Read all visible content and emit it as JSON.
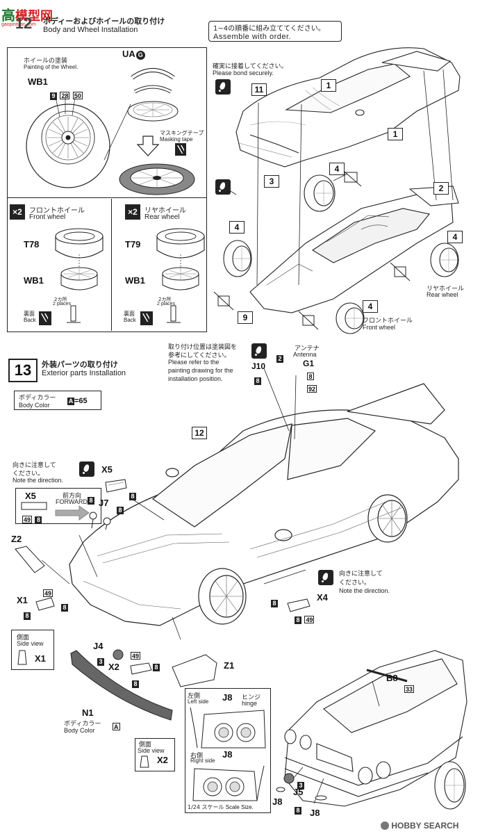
{
  "step12": {
    "number": "12",
    "title_jp": "ボディーおよびホイールの取り付け",
    "title_en": "Body and Wheel Installation",
    "order_jp": "1~4の順番に組み立ててください。",
    "order_en": "Assemble with order.",
    "bond_jp": "確実に接着してください。",
    "bond_en": "Please bond securely.",
    "wheel_paint_jp": "ホイールの塗装",
    "wheel_paint_en": "Painting of the Wheel.",
    "wb1": "WB1",
    "wb1_colors": [
      "9",
      "28",
      "50"
    ],
    "ua": "UA",
    "ua_tag": "G",
    "masking_jp": "マスキングテープ",
    "masking_en": "Masking tape",
    "x2": "×2",
    "front_wheel_jp": "フロントホイール",
    "front_wheel_en": "Front wheel",
    "rear_wheel_jp": "リヤホイール",
    "rear_wheel_en": "Rear wheel",
    "t78": "T78",
    "t79": "T79",
    "two_places_jp": "2カ所",
    "two_places_en": "2 places",
    "back_jp": "裏面",
    "back_en": "Back",
    "callouts": [
      "11",
      "1",
      "1",
      "4",
      "2",
      "3",
      "4",
      "4",
      "9",
      "4"
    ],
    "rear_label_jp": "リヤホイール",
    "rear_label_en": "Rear wheel",
    "front_label_jp": "フロントホイール",
    "front_label_en": "Front wheel"
  },
  "step13": {
    "number": "13",
    "title_jp": "外装パーツの取り付け",
    "title_en": "Exterior parts Installation",
    "body_color_jp": "ボディカラー",
    "body_color_en": "Body Color",
    "body_color_code": "A",
    "body_color_value": "=65",
    "antenna_note_jp1": "取り付け位置は塗装図を",
    "antenna_note_jp2": "参考にしてください。",
    "antenna_note_en1": "Please refer to the",
    "antenna_note_en2": "painting drawing for the",
    "antenna_note_en3": "installation position.",
    "antenna_jp": "アンテナ",
    "antenna_en": "Antenna",
    "j10": "J10",
    "j10_color": "2",
    "g1": "G1",
    "g1_colors": [
      "8",
      "92"
    ],
    "j10_color2": "8",
    "callout12": "12",
    "direction_jp1": "向きに注意して",
    "direction_jp2": "ください。",
    "direction_en": "Note the direction.",
    "x5": "X5",
    "x5_color": "8",
    "forward_jp": "前方向",
    "forward_en": "FORWARD",
    "x5_tag": [
      "49",
      "8"
    ],
    "j7": "J7",
    "j7_colors": [
      "8",
      "8"
    ],
    "z2": "Z2",
    "x1": "X1",
    "x1_colors": [
      "49",
      "8",
      "8"
    ],
    "side_view_jp": "側面",
    "side_view_en": "Side view",
    "x4": "X4",
    "x4_colors": [
      "8",
      "8",
      "49"
    ],
    "direction2_jp1": "向きに注意して",
    "direction2_jp2": "ください。",
    "direction2_en": "Note the direction.",
    "j4": "J4",
    "j4_colors": [
      "3",
      "49"
    ],
    "x2part": "X2",
    "x2_colors": [
      "8",
      "8"
    ],
    "z1": "Z1",
    "n1": "N1",
    "n1_body_color_jp": "ボディカラー",
    "n1_body_color_en": "Body Color",
    "n1_code": "A",
    "side_view2_jp": "側面",
    "side_view2_en": "Side view",
    "x2b": "X2",
    "left_side_jp": "左側",
    "left_side_en": "Left side",
    "j8": "J8",
    "hinge_jp": "ヒンジ",
    "hinge_en": "hinge",
    "right_side_jp": "右側",
    "right_side_en": "Right side",
    "scale_jp": "1/24 スケール",
    "scale_en": "Scale Size.",
    "b8": "B8",
    "b8_color": "33",
    "j5": "J5",
    "j5_color": "3",
    "j8b": "J8",
    "j8c": "J8",
    "j8_color": "8"
  },
  "watermark_top": "模型网",
  "watermark_top_url": "gaopintuan.com",
  "watermark_bottom": "HOBBY SEARCH"
}
